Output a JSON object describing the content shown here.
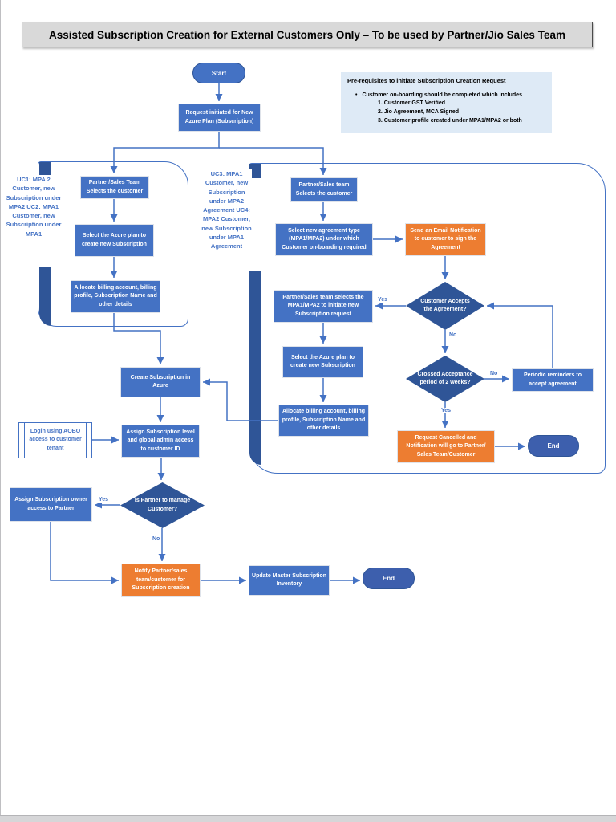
{
  "page": {
    "title": "Assisted Subscription Creation for External Customers Only – To be used by Partner/Jio Sales Team"
  },
  "colors": {
    "process_blue": "#4472C4",
    "decision_blue": "#2F5597",
    "action_orange": "#ED7D31",
    "end_terminator": "#3D5FAD",
    "note_bg": "#DEEAF6",
    "title_bg": "#D9D9D9",
    "connector": "#4472C4"
  },
  "note": {
    "title": "Pre-requisites to initiate Subscription Creation Request",
    "bullet": "Customer on-boarding should be completed which includes",
    "items": [
      "1. Customer GST Verified",
      "2. Jio Agreement, MCA Signed",
      "3. Customer profile created under MPA1/MPA2 or both"
    ]
  },
  "lanes": {
    "uc12_label": "UC1: MPA 2 Customer, new Subscription under MPA2 UC2: MPA1 Customer, new Subscription under MPA1",
    "uc34_label": "UC3: MPA1 Customer, new Subscription under MPA2 Agreement UC4: MPA2 Customer, new Subscription under MPA1 Agreement"
  },
  "nodes": {
    "start": "Start",
    "request": "Request initiated for New Azure Plan (Subscription)",
    "l1": "Partner/Sales Team Selects the customer",
    "l2": "Select the Azure plan to create new Subscription",
    "l3": "Allocate billing account, billing profile, Subscription Name and other details",
    "r1": "Partner/Sales team Selects the customer",
    "r2": "Select new agreement type (MPA1/MPA2) under which Customer on-boarding required",
    "send_email": "Send an Email Notification to customer to sign the Agreement",
    "d1": "Customer Accepts the Agreement?",
    "r3": "Partner/Sales team selects the MPA1/MPA2 to initiate new Subscription request",
    "r4": "Select the Azure plan to create new Subscription",
    "r5": "Allocate billing account, billing profile, Subscription Name and other details",
    "d2": "Crossed Acceptance period of 2 weeks?",
    "periodic": "Periodic reminders to accept agreement",
    "req_cancel": "Request Cancelled and Notification will go to Partner/ Sales Team/Customer",
    "end1": "End",
    "create_sub": "Create Subscription in Azure",
    "assign_level": "Assign Subscription level and global admin access to customer ID",
    "login_aobo": "Login using AOBO access to customer tenant",
    "d3": "Is Partner to manage Customer?",
    "assign_owner": "Assign Subscription owner access to Partner",
    "notify": "Notify Partner/sales team/customer for Subscription creation",
    "update_master": "Update Master Subscription Inventory",
    "end2": "End"
  },
  "edge_labels": {
    "yes": "Yes",
    "no": "No"
  }
}
